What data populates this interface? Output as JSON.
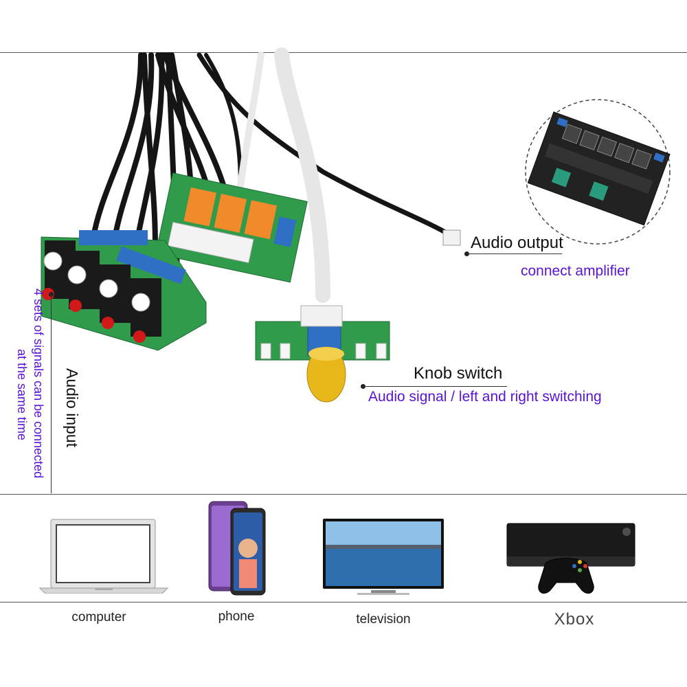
{
  "annotations": {
    "audio_output": {
      "title": "Audio output",
      "subtitle": "connect amplifier"
    },
    "knob_switch": {
      "title": "Knob switch",
      "subtitle": "Audio signal / left and right switching"
    },
    "audio_input": {
      "title": "Audio input",
      "subtitle_line1": "4 sets of signals can be connected",
      "subtitle_line2": "at the same time"
    }
  },
  "devices": [
    {
      "label": "computer"
    },
    {
      "label": "phone"
    },
    {
      "label": "television"
    },
    {
      "label": "Xbox"
    }
  ],
  "colors": {
    "annotation_text": "#111111",
    "annotation_subtitle": "#5a12d6",
    "knob": "#e8b81a",
    "pcb_green": "#2f9b4b",
    "relay_orange": "#f08a2a",
    "terminal_blue": "#2f6fc4"
  }
}
